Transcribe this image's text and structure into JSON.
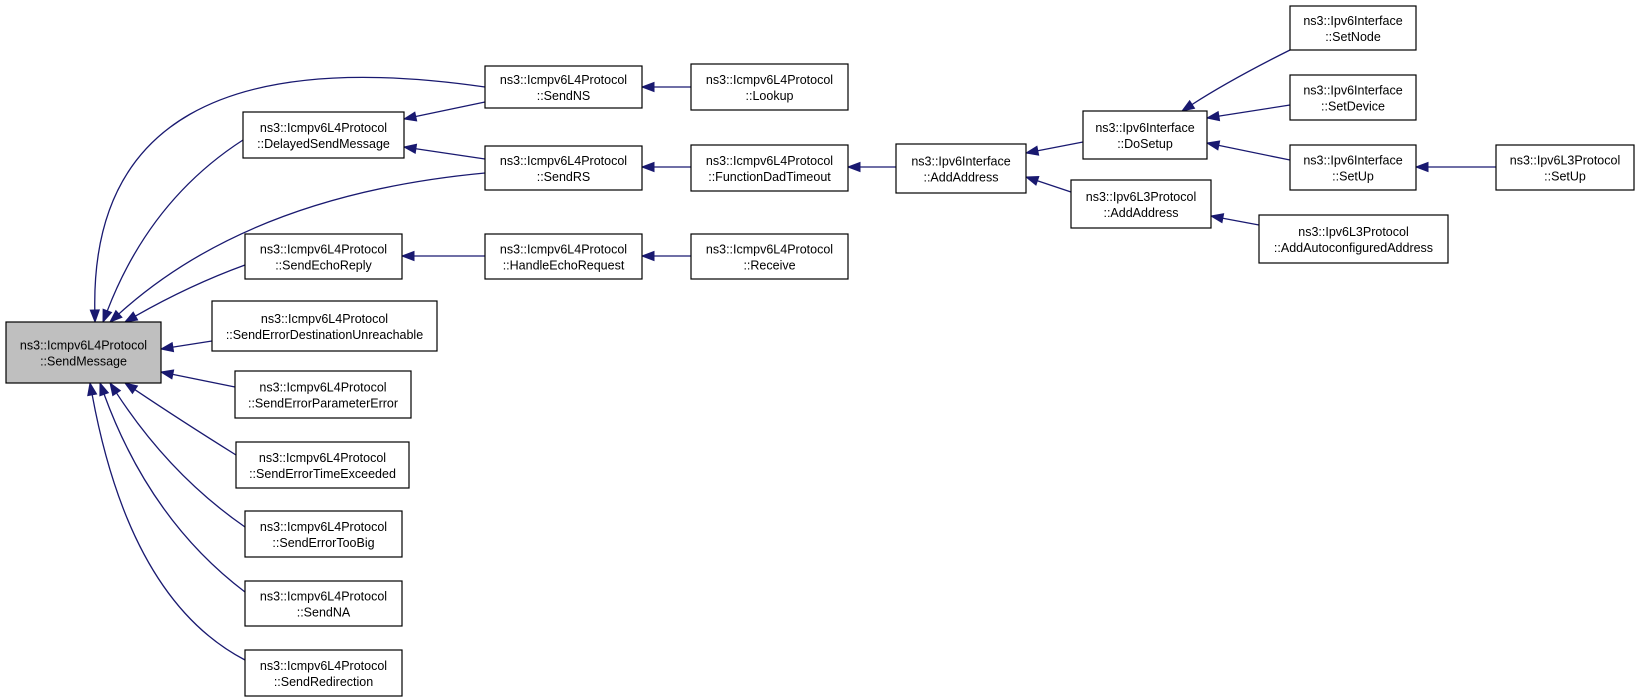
{
  "diagram": {
    "colors": {
      "edge": "#191970",
      "focus_fill": "#bfbfbf",
      "node_fill": "#ffffff",
      "node_border": "#000000"
    },
    "nodes": [
      {
        "id": "send_message",
        "line1": "ns3::Icmpv6L4Protocol",
        "line2": "::SendMessage",
        "focus": true
      },
      {
        "id": "send_ns",
        "line1": "ns3::Icmpv6L4Protocol",
        "line2": "::SendNS"
      },
      {
        "id": "delayed_send_message",
        "line1": "ns3::Icmpv6L4Protocol",
        "line2": "::DelayedSendMessage"
      },
      {
        "id": "send_rs",
        "line1": "ns3::Icmpv6L4Protocol",
        "line2": "::SendRS"
      },
      {
        "id": "send_echo_reply",
        "line1": "ns3::Icmpv6L4Protocol",
        "line2": "::SendEchoReply"
      },
      {
        "id": "send_error_destination_unreachable",
        "line1": "ns3::Icmpv6L4Protocol",
        "line2": "::SendErrorDestinationUnreachable"
      },
      {
        "id": "send_error_parameter_error",
        "line1": "ns3::Icmpv6L4Protocol",
        "line2": "::SendErrorParameterError"
      },
      {
        "id": "send_error_time_exceeded",
        "line1": "ns3::Icmpv6L4Protocol",
        "line2": "::SendErrorTimeExceeded"
      },
      {
        "id": "send_error_too_big",
        "line1": "ns3::Icmpv6L4Protocol",
        "line2": "::SendErrorTooBig"
      },
      {
        "id": "send_na",
        "line1": "ns3::Icmpv6L4Protocol",
        "line2": "::SendNA"
      },
      {
        "id": "send_redirection",
        "line1": "ns3::Icmpv6L4Protocol",
        "line2": "::SendRedirection"
      },
      {
        "id": "lookup",
        "line1": "ns3::Icmpv6L4Protocol",
        "line2": "::Lookup"
      },
      {
        "id": "function_dad_timeout",
        "line1": "ns3::Icmpv6L4Protocol",
        "line2": "::FunctionDadTimeout"
      },
      {
        "id": "handle_echo_request",
        "line1": "ns3::Icmpv6L4Protocol",
        "line2": "::HandleEchoRequest"
      },
      {
        "id": "receive",
        "line1": "ns3::Icmpv6L4Protocol",
        "line2": "::Receive"
      },
      {
        "id": "ipv6if_add_address",
        "line1": "ns3::Ipv6Interface",
        "line2": "::AddAddress"
      },
      {
        "id": "do_setup",
        "line1": "ns3::Ipv6Interface",
        "line2": "::DoSetup"
      },
      {
        "id": "l3_add_address",
        "line1": "ns3::Ipv6L3Protocol",
        "line2": "::AddAddress"
      },
      {
        "id": "set_node",
        "line1": "ns3::Ipv6Interface",
        "line2": "::SetNode"
      },
      {
        "id": "set_device",
        "line1": "ns3::Ipv6Interface",
        "line2": "::SetDevice"
      },
      {
        "id": "set_up",
        "line1": "ns3::Ipv6Interface",
        "line2": "::SetUp"
      },
      {
        "id": "add_autoconfigured_address",
        "line1": "ns3::Ipv6L3Protocol",
        "line2": "::AddAutoconfiguredAddress"
      },
      {
        "id": "l3_set_up",
        "line1": "ns3::Ipv6L3Protocol",
        "line2": "::SetUp"
      }
    ],
    "edges": [
      {
        "from": "send_ns",
        "to": "send_message"
      },
      {
        "from": "delayed_send_message",
        "to": "send_message"
      },
      {
        "from": "send_rs",
        "to": "send_message"
      },
      {
        "from": "send_echo_reply",
        "to": "send_message"
      },
      {
        "from": "send_error_destination_unreachable",
        "to": "send_message"
      },
      {
        "from": "send_error_parameter_error",
        "to": "send_message"
      },
      {
        "from": "send_error_time_exceeded",
        "to": "send_message"
      },
      {
        "from": "send_error_too_big",
        "to": "send_message"
      },
      {
        "from": "send_na",
        "to": "send_message"
      },
      {
        "from": "send_redirection",
        "to": "send_message"
      },
      {
        "from": "send_ns",
        "to": "delayed_send_message"
      },
      {
        "from": "send_rs",
        "to": "delayed_send_message"
      },
      {
        "from": "lookup",
        "to": "send_ns"
      },
      {
        "from": "function_dad_timeout",
        "to": "send_rs"
      },
      {
        "from": "handle_echo_request",
        "to": "send_echo_reply"
      },
      {
        "from": "receive",
        "to": "handle_echo_request"
      },
      {
        "from": "ipv6if_add_address",
        "to": "function_dad_timeout"
      },
      {
        "from": "do_setup",
        "to": "ipv6if_add_address"
      },
      {
        "from": "l3_add_address",
        "to": "ipv6if_add_address"
      },
      {
        "from": "set_node",
        "to": "do_setup"
      },
      {
        "from": "set_device",
        "to": "do_setup"
      },
      {
        "from": "set_up",
        "to": "do_setup"
      },
      {
        "from": "add_autoconfigured_address",
        "to": "l3_add_address"
      },
      {
        "from": "l3_set_up",
        "to": "set_up"
      }
    ]
  }
}
